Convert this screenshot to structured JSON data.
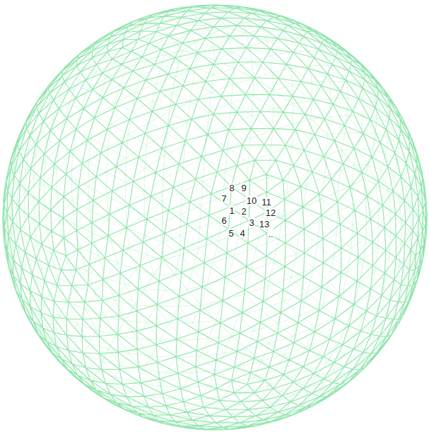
{
  "diagram": {
    "labels": [
      "8",
      "9",
      "7",
      "10",
      "11",
      "1",
      "2",
      "12",
      "6",
      "3",
      "13",
      "5",
      "4",
      ".."
    ]
  }
}
